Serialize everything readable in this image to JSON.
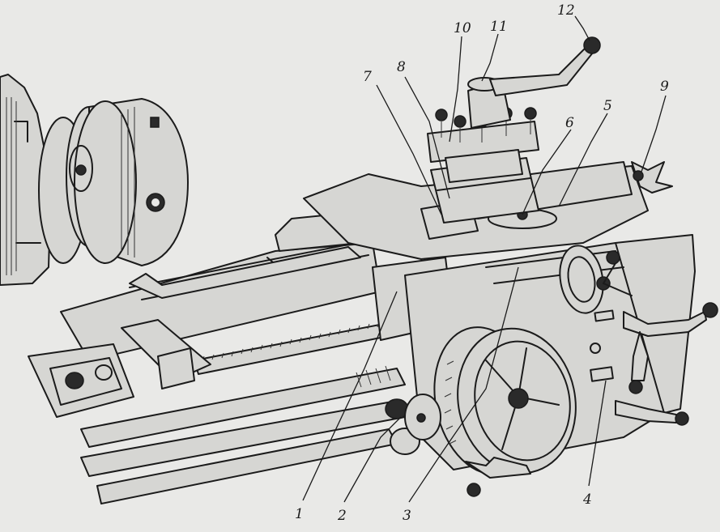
{
  "figure": {
    "callouts": [
      "1",
      "2",
      "3",
      "4",
      "5",
      "6",
      "7",
      "8",
      "9",
      "10",
      "11",
      "12"
    ]
  },
  "colors": {
    "paper": "#e9e9e7",
    "ink": "#1b1b1b",
    "shade": "#d6d6d3"
  }
}
